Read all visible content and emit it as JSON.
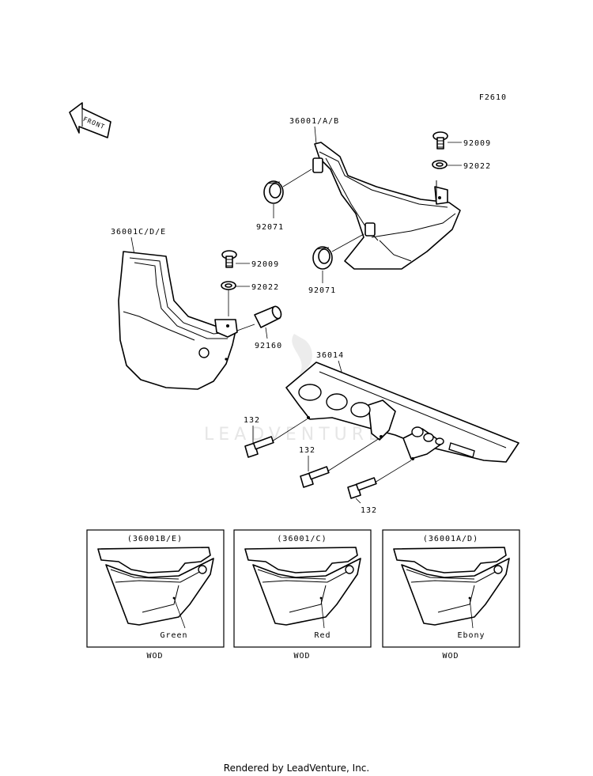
{
  "figure_code": "F2610",
  "front_label": "FRONT",
  "watermark": "LEADVENTURE",
  "parts": {
    "cover_right": "36001/A/B",
    "cover_left": "36001C/D/E",
    "chain_cover": "36014",
    "bolt_top_right": "92009",
    "washer_top_right": "92022",
    "grommet_upper": "92071",
    "grommet_lower": "92071",
    "bolt_left": "92009",
    "washer_left": "92022",
    "collar": "92160",
    "bolt_a": "132",
    "bolt_b": "132",
    "bolt_c": "132"
  },
  "variants": [
    {
      "code": "(36001B/E)",
      "color": "Green",
      "note": "WOD"
    },
    {
      "code": "(36001/C)",
      "color": "Red",
      "note": "WOD"
    },
    {
      "code": "(36001A/D)",
      "color": "Ebony",
      "note": "WOD"
    }
  ],
  "footer": "Rendered by LeadVenture, Inc."
}
